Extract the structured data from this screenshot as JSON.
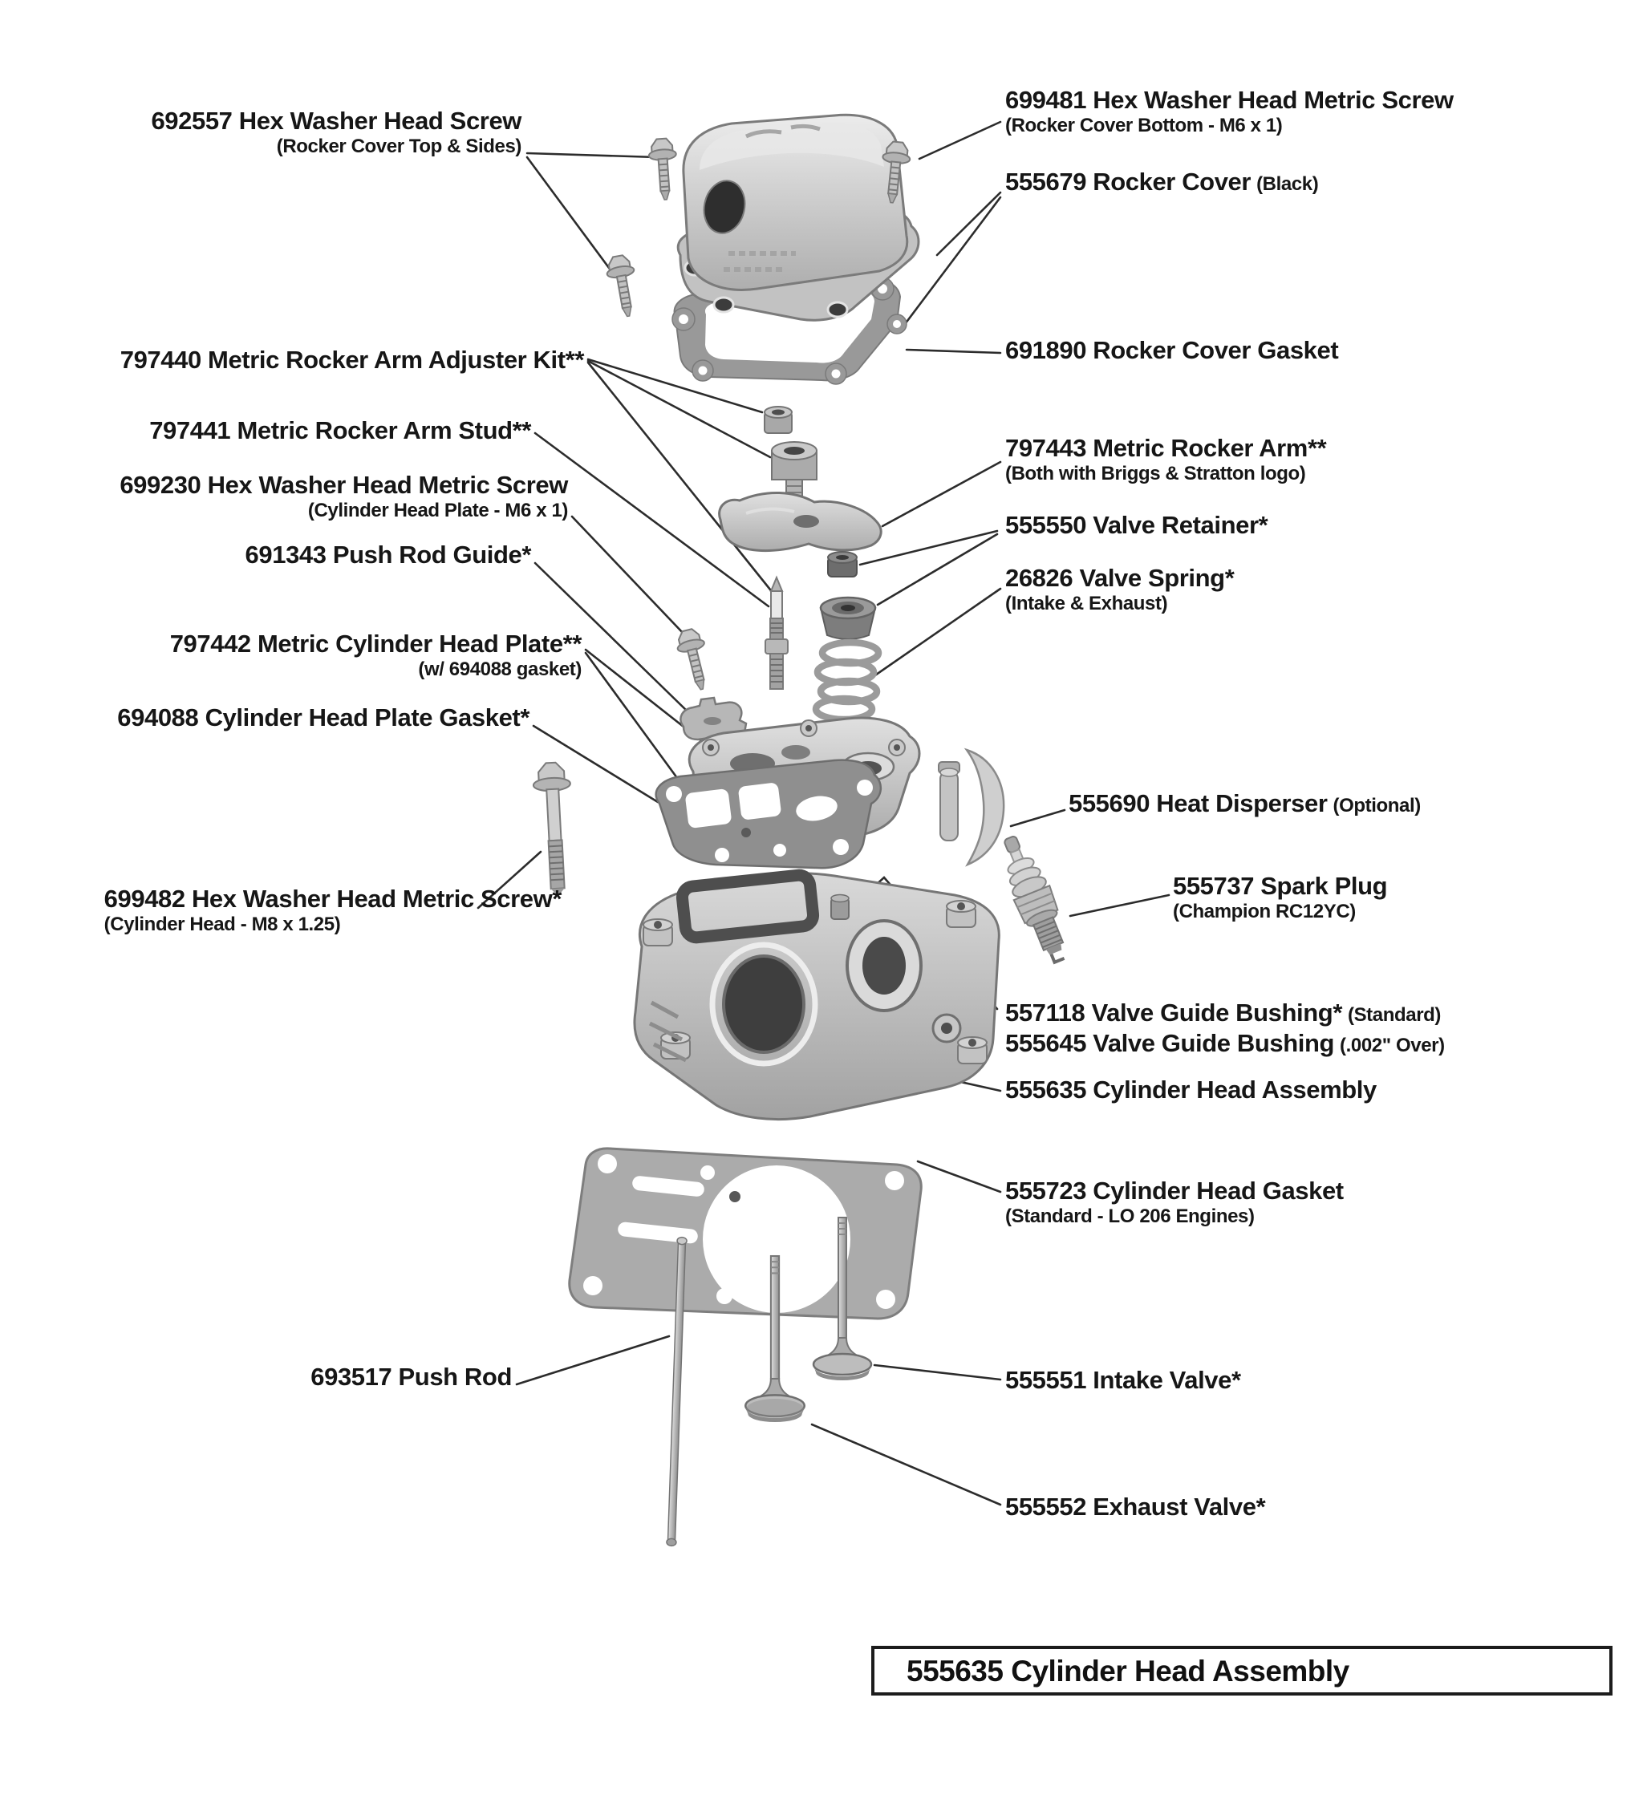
{
  "parts_left": {
    "p692557": {
      "num": "692557",
      "name": "Hex Washer Head Screw",
      "note": "(Rocker Cover Top & Sides)"
    },
    "p797440": {
      "num": "797440",
      "name": "Metric Rocker Arm Adjuster Kit**"
    },
    "p797441": {
      "num": "797441",
      "name": "Metric Rocker Arm Stud**"
    },
    "p699230": {
      "num": "699230",
      "name": "Hex Washer Head Metric Screw",
      "note": "(Cylinder Head Plate - M6 x 1)"
    },
    "p691343": {
      "num": "691343",
      "name": "Push Rod Guide*"
    },
    "p797442": {
      "num": "797442",
      "name": "Metric Cylinder Head Plate**",
      "note": "(w/ 694088 gasket)"
    },
    "p694088": {
      "num": "694088",
      "name": "Cylinder Head Plate Gasket*"
    },
    "p699482": {
      "num": "699482",
      "name": "Hex Washer Head Metric Screw*",
      "note": "(Cylinder Head - M8 x 1.25)"
    },
    "p693517": {
      "num": "693517",
      "name": "Push Rod"
    }
  },
  "parts_right": {
    "p699481": {
      "num": "699481",
      "name": "Hex Washer Head Metric Screw",
      "note": "(Rocker Cover Bottom - M6 x 1)"
    },
    "p555679": {
      "num": "555679",
      "name": "Rocker Cover",
      "suffix": "(Black)"
    },
    "p691890": {
      "num": "691890",
      "name": "Rocker Cover Gasket"
    },
    "p797443": {
      "num": "797443",
      "name": "Metric Rocker Arm**",
      "note": "(Both with Briggs & Stratton logo)"
    },
    "p555550": {
      "num": "555550",
      "name": "Valve Retainer*"
    },
    "p26826": {
      "num": "26826",
      "name": "Valve Spring*",
      "note": "(Intake & Exhaust)"
    },
    "p555690": {
      "num": "555690",
      "name": "Heat Disperser",
      "suffix": "(Optional)"
    },
    "p555737": {
      "num": "555737",
      "name": "Spark Plug",
      "note": "(Champion RC12YC)"
    },
    "p557118": {
      "num": "557118",
      "name": "Valve Guide Bushing*",
      "suffix": "(Standard)"
    },
    "p555645": {
      "num": "555645",
      "name": "Valve Guide Bushing",
      "suffix": "(.002\" Over)"
    },
    "p555635": {
      "num": "555635",
      "name": "Cylinder Head Assembly"
    },
    "p555723": {
      "num": "555723",
      "name": "Cylinder Head Gasket",
      "note": "(Standard - LO 206 Engines)"
    },
    "p555551": {
      "num": "555551",
      "name": "Intake Valve*"
    },
    "p555552": {
      "num": "555552",
      "name": "Exhaust Valve*"
    }
  },
  "footer": {
    "label": "555635 Cylinder Head Assembly"
  },
  "colors": {
    "text": "#161616",
    "leader": "#2c2c2c",
    "metal_light": "#e6e6e6",
    "metal_mid": "#b5b5b5",
    "metal_dark": "#8a8a8a",
    "gasket_gray": "#979797",
    "background": "#ffffff"
  }
}
